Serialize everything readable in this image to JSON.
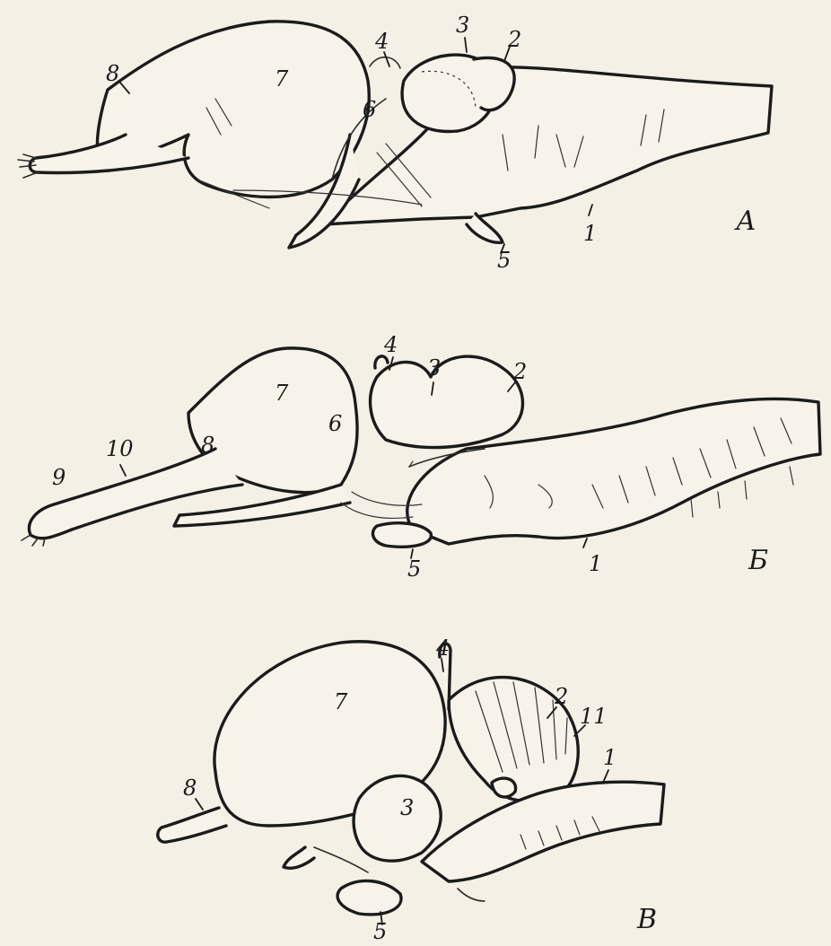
{
  "panels": {
    "a": {
      "letter": "А",
      "labels": {
        "n1": "1",
        "n2": "2",
        "n3": "3",
        "n4": "4",
        "n5": "5",
        "n6": "6",
        "n7": "7",
        "n8": "8"
      }
    },
    "b": {
      "letter": "Б",
      "labels": {
        "n1": "1",
        "n2": "2",
        "n3": "3",
        "n4": "4",
        "n5": "5",
        "n6": "6",
        "n7": "7",
        "n8": "8",
        "n9": "9",
        "n10": "10"
      }
    },
    "c": {
      "letter": "В",
      "labels": {
        "n1": "1",
        "n2": "2",
        "n3": "3",
        "n4": "4",
        "n5": "5",
        "n7": "7",
        "n8": "8",
        "n11": "11"
      }
    }
  },
  "colors": {
    "ink": "#1b1b1b",
    "paper": "#f4f0e6"
  }
}
